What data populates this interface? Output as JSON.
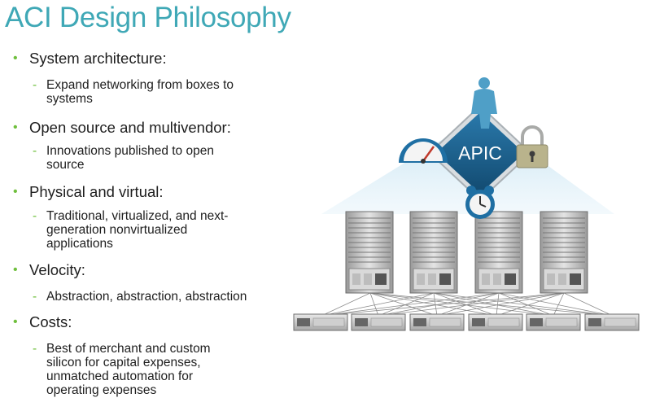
{
  "title": "ACI Design Philosophy",
  "bullets": [
    {
      "text": "System architecture:",
      "sub": [
        "Expand networking from boxes to",
        "systems"
      ]
    },
    {
      "text": "Open source and multivendor:",
      "sub": [
        "Innovations published to open",
        "source"
      ]
    },
    {
      "text": "Physical and virtual:",
      "sub": [
        "Traditional, virtualized, and next-",
        "generation nonvirtualized",
        "applications"
      ]
    },
    {
      "text": "Velocity:",
      "sub": [
        "Abstraction, abstraction, abstraction"
      ]
    },
    {
      "text": "Costs:",
      "sub": [
        "Best of merchant and custom",
        "silicon for capital expenses,",
        "unmatched automation for",
        "operating expenses"
      ]
    }
  ],
  "diagram": {
    "controller_label": "APIC",
    "icons": [
      "person-icon",
      "speedometer-icon",
      "padlock-icon",
      "alarm-clock-icon"
    ],
    "spine_count": 4,
    "leaf_count": 6,
    "colors": {
      "accent": "#1b5f8c",
      "beam": "#cfe7f3",
      "bullet": "#6fbf3d",
      "title": "#3fa8b6"
    }
  }
}
